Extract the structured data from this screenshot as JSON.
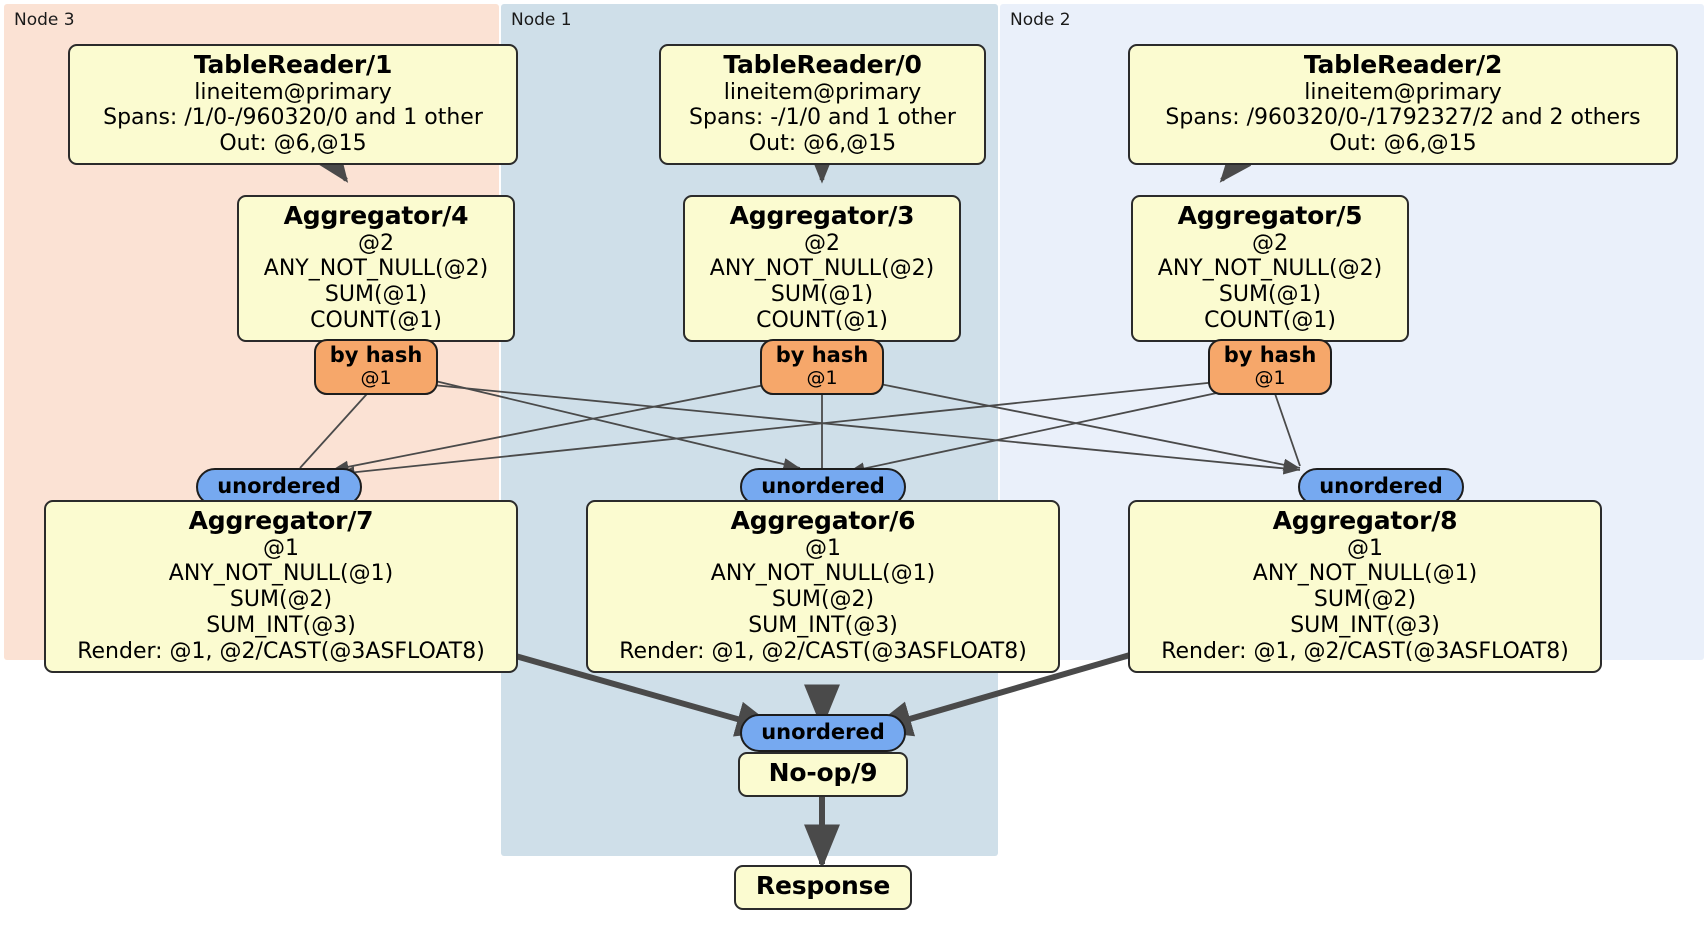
{
  "diagram": {
    "type": "distributed-query-plan",
    "colors": {
      "node3_panel": "#fbe2d4",
      "node1_panel": "#cfdfe9",
      "node2_panel": "#eaf0fa",
      "processor_fill": "#fbfbd0",
      "processor_border": "#2b2b2b",
      "hash_router_fill": "#f6a76a",
      "unordered_synchronizer_fill": "#76a9f0",
      "edge_color": "#4a4a4a"
    }
  },
  "panels": [
    {
      "id": "node3",
      "label": "Node 3"
    },
    {
      "id": "node1",
      "label": "Node 1"
    },
    {
      "id": "node2",
      "label": "Node 2"
    }
  ],
  "processors": {
    "tablereader_1": {
      "title": "TableReader/1",
      "lines": [
        "lineitem@primary",
        "Spans: /1/0-/960320/0 and 1 other",
        "Out: @6,@15"
      ]
    },
    "tablereader_0": {
      "title": "TableReader/0",
      "lines": [
        "lineitem@primary",
        "Spans: -/1/0 and 1 other",
        "Out: @6,@15"
      ]
    },
    "tablereader_2": {
      "title": "TableReader/2",
      "lines": [
        "lineitem@primary",
        "Spans: /960320/0-/1792327/2 and 2 others",
        "Out: @6,@15"
      ]
    },
    "aggregator_4": {
      "title": "Aggregator/4",
      "lines": [
        "@2",
        "ANY_NOT_NULL(@2)",
        "SUM(@1)",
        "COUNT(@1)"
      ]
    },
    "aggregator_3": {
      "title": "Aggregator/3",
      "lines": [
        "@2",
        "ANY_NOT_NULL(@2)",
        "SUM(@1)",
        "COUNT(@1)"
      ]
    },
    "aggregator_5": {
      "title": "Aggregator/5",
      "lines": [
        "@2",
        "ANY_NOT_NULL(@2)",
        "SUM(@1)",
        "COUNT(@1)"
      ]
    },
    "aggregator_7": {
      "title": "Aggregator/7",
      "lines": [
        "@1",
        "ANY_NOT_NULL(@1)",
        "SUM(@2)",
        "SUM_INT(@3)",
        "Render: @1, @2/CAST(@3ASFLOAT8)"
      ]
    },
    "aggregator_6": {
      "title": "Aggregator/6",
      "lines": [
        "@1",
        "ANY_NOT_NULL(@1)",
        "SUM(@2)",
        "SUM_INT(@3)",
        "Render: @1, @2/CAST(@3ASFLOAT8)"
      ]
    },
    "aggregator_8": {
      "title": "Aggregator/8",
      "lines": [
        "@1",
        "ANY_NOT_NULL(@1)",
        "SUM(@2)",
        "SUM_INT(@3)",
        "Render: @1, @2/CAST(@3ASFLOAT8)"
      ]
    },
    "noop_9": {
      "title": "No-op/9",
      "lines": []
    },
    "response": {
      "title": "Response",
      "lines": []
    }
  },
  "routers": {
    "hash_left": {
      "label": "by hash",
      "column": "@1"
    },
    "hash_center": {
      "label": "by hash",
      "column": "@1"
    },
    "hash_right": {
      "label": "by hash",
      "column": "@1"
    }
  },
  "synchronizers": {
    "unordered_left": {
      "label": "unordered"
    },
    "unordered_center": {
      "label": "unordered"
    },
    "unordered_right": {
      "label": "unordered"
    },
    "unordered_final": {
      "label": "unordered"
    }
  }
}
